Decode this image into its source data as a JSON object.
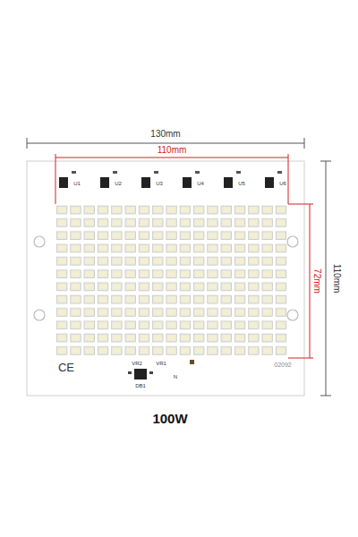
{
  "diagram": {
    "caption": "100W",
    "labels": [
      "130mm",
      "110mm",
      "72mm",
      "110mm",
      "U1",
      "U2",
      "U3",
      "U4",
      "U5",
      "U6",
      "CE",
      "VR2",
      "VR1",
      "N",
      "DB1",
      "02092"
    ]
  }
}
